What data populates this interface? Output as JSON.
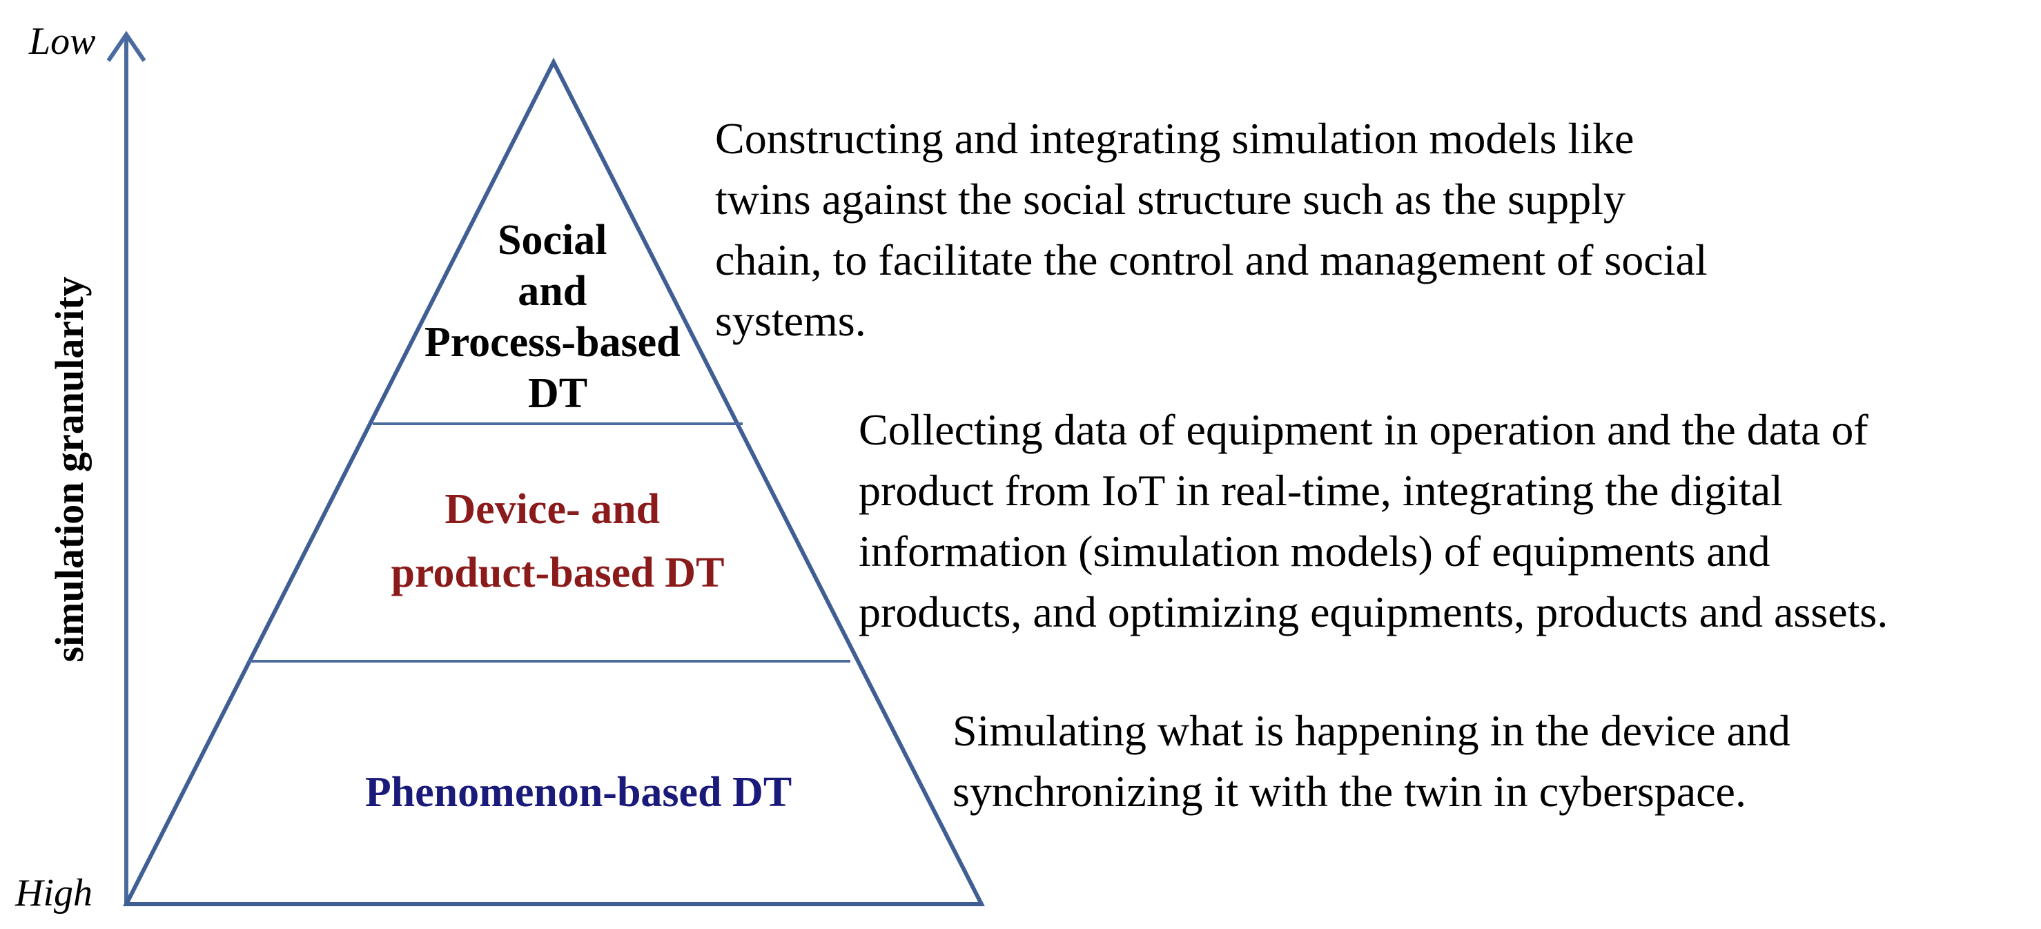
{
  "axis": {
    "low_label": "Low",
    "high_label": "High",
    "title": "simulation granularity"
  },
  "colors": {
    "line": "#4a6aa0",
    "layer_social": "#000000",
    "layer_device": "#8b1a1a",
    "layer_phenomenon": "#1a1a7a"
  },
  "layers": [
    {
      "id": "social",
      "label_lines": [
        "Social",
        "and",
        "Process-based",
        "DT"
      ],
      "description_lines": [
        "Constructing and integrating simulation models like",
        "twins against the social structure such as the supply",
        "chain, to facilitate the control and management of social",
        "systems."
      ]
    },
    {
      "id": "device",
      "label_lines": [
        "Device- and",
        "product-based DT"
      ],
      "description_lines": [
        "Collecting data of equipment in operation and the data of",
        "product from IoT in real-time,  integrating the digital",
        "information (simulation models)  of equipments and",
        "products, and optimizing equipments, products and assets."
      ]
    },
    {
      "id": "phenomenon",
      "label_lines": [
        "Phenomenon-based DT"
      ],
      "description_lines": [
        "Simulating what is happening in the device and",
        "synchronizing it with the twin in cyberspace."
      ]
    }
  ]
}
